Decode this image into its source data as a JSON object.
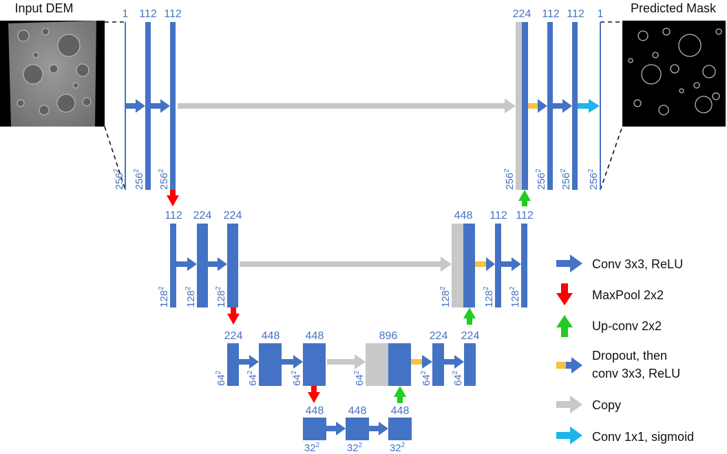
{
  "colors": {
    "blue": "#4472C4",
    "gray": "#C8C8C8",
    "red": "#FF0000",
    "green": "#22CC22",
    "cyan": "#1EB4EC",
    "yellow": "#F5C242",
    "label": "#4472C4"
  },
  "images": {
    "input_label": "Input DEM",
    "output_label": "Predicted Mask"
  },
  "level1": {
    "top_labels": [
      "1",
      "112",
      "112",
      "224",
      "112",
      "112",
      "1"
    ],
    "res_label": "256",
    "res_exp": "2"
  },
  "level2": {
    "top_labels": [
      "112",
      "224",
      "224",
      "448",
      "112",
      "112"
    ],
    "res_label": "128",
    "res_exp": "2"
  },
  "level3": {
    "top_labels": [
      "224",
      "448",
      "448",
      "896",
      "224",
      "224"
    ],
    "res_label": "64",
    "res_exp": "2"
  },
  "level4": {
    "top_labels": [
      "448",
      "448",
      "448"
    ],
    "res_label": "32",
    "res_exp": "2"
  },
  "legend": [
    {
      "icon": "blue-arrow-icon",
      "color": "#4472C4",
      "label": "Conv 3x3, ReLU"
    },
    {
      "icon": "red-down-arrow-icon",
      "color": "#FF0000",
      "label": "MaxPool 2x2"
    },
    {
      "icon": "green-up-arrow-icon",
      "color": "#22CC22",
      "label": "Up-conv 2x2"
    },
    {
      "icon": "yellow-blue-arrow-icon",
      "color": "#F5C242",
      "label_line1": "Dropout, then",
      "label_line2": "conv 3x3, ReLU"
    },
    {
      "icon": "gray-arrow-icon",
      "color": "#C8C8C8",
      "label": "Copy"
    },
    {
      "icon": "cyan-arrow-icon",
      "color": "#1EB4EC",
      "label": "Conv 1x1, sigmoid"
    }
  ]
}
